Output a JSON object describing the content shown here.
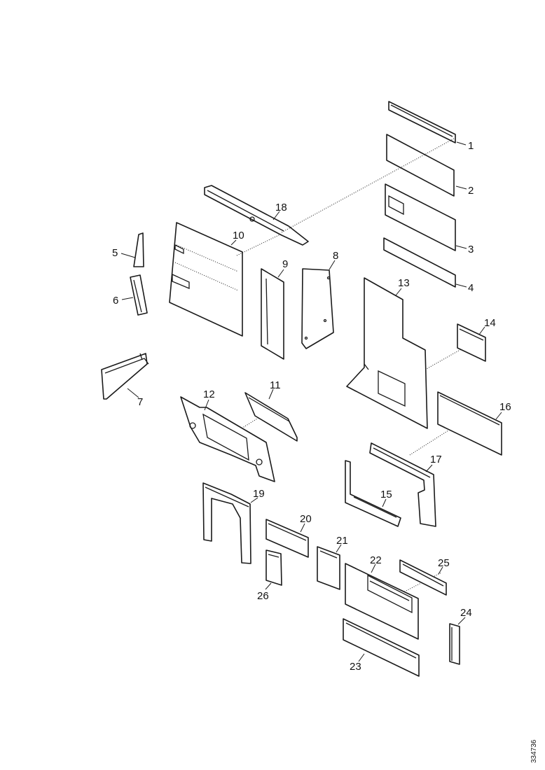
{
  "callouts": {
    "c1": "1",
    "c2": "2",
    "c3": "3",
    "c4": "4",
    "c5": "5",
    "c6": "6",
    "c7": "7",
    "c8": "8",
    "c9": "9",
    "c10": "10",
    "c11": "11",
    "c12": "12",
    "c13": "13",
    "c14": "14",
    "c15": "15",
    "c16": "16",
    "c17": "17",
    "c18": "18",
    "c19": "19",
    "c20": "20",
    "c21": "21",
    "c22": "22",
    "c23": "23",
    "c24": "24",
    "c25": "25",
    "c26": "26"
  },
  "document_number": "334736",
  "colors": {
    "line": "#1a1a1a",
    "background": "#ffffff"
  }
}
